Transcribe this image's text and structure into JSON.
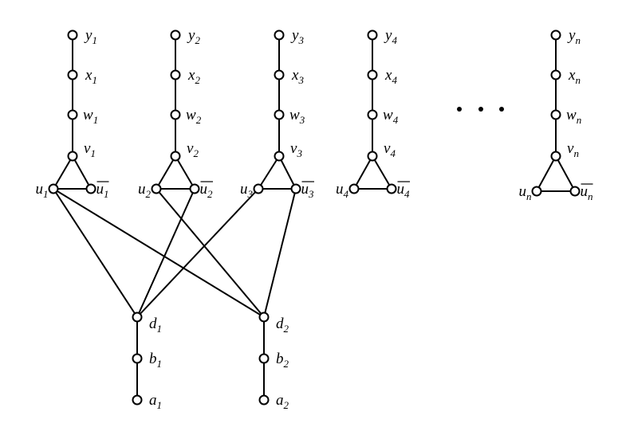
{
  "diagram": {
    "columns": [
      {
        "y": {
          "base": "y",
          "sub": "1"
        },
        "x": {
          "base": "x",
          "sub": "1"
        },
        "w": {
          "base": "w",
          "sub": "1"
        },
        "v": {
          "base": "v",
          "sub": "1"
        },
        "u": {
          "base": "u",
          "sub": "1"
        },
        "ubar": {
          "base": "u",
          "sub": "1"
        }
      },
      {
        "y": {
          "base": "y",
          "sub": "2"
        },
        "x": {
          "base": "x",
          "sub": "2"
        },
        "w": {
          "base": "w",
          "sub": "2"
        },
        "v": {
          "base": "v",
          "sub": "2"
        },
        "u": {
          "base": "u",
          "sub": "2"
        },
        "ubar": {
          "base": "u",
          "sub": "2"
        }
      },
      {
        "y": {
          "base": "y",
          "sub": "3"
        },
        "x": {
          "base": "x",
          "sub": "3"
        },
        "w": {
          "base": "w",
          "sub": "3"
        },
        "v": {
          "base": "v",
          "sub": "3"
        },
        "u": {
          "base": "u",
          "sub": "3"
        },
        "ubar": {
          "base": "u",
          "sub": "3"
        }
      },
      {
        "y": {
          "base": "y",
          "sub": "4"
        },
        "x": {
          "base": "x",
          "sub": "4"
        },
        "w": {
          "base": "w",
          "sub": "4"
        },
        "v": {
          "base": "v",
          "sub": "4"
        },
        "u": {
          "base": "u",
          "sub": "4"
        },
        "ubar": {
          "base": "u",
          "sub": "4"
        }
      },
      {
        "y": {
          "base": "y",
          "sub": "n"
        },
        "x": {
          "base": "x",
          "sub": "n"
        },
        "w": {
          "base": "w",
          "sub": "n"
        },
        "v": {
          "base": "v",
          "sub": "n"
        },
        "u": {
          "base": "u",
          "sub": "n"
        },
        "ubar": {
          "base": "u",
          "sub": "n"
        }
      }
    ],
    "bottom": [
      {
        "d": {
          "base": "d",
          "sub": "1"
        },
        "b": {
          "base": "b",
          "sub": "1"
        },
        "a": {
          "base": "a",
          "sub": "1"
        }
      },
      {
        "d": {
          "base": "d",
          "sub": "2"
        },
        "b": {
          "base": "b",
          "sub": "2"
        },
        "a": {
          "base": "a",
          "sub": "2"
        }
      }
    ]
  }
}
